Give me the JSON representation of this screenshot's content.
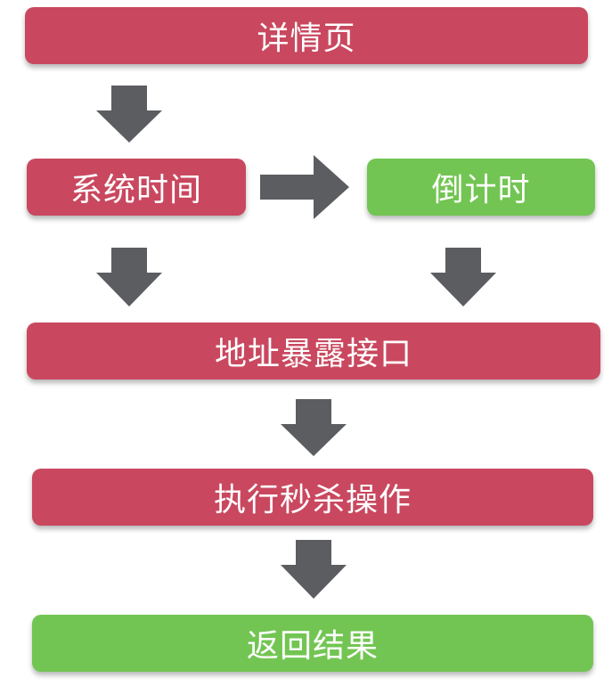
{
  "nodes": {
    "detail_page": "详情页",
    "system_time": "系统时间",
    "countdown": "倒计时",
    "expose_address": "地址暴露接口",
    "execute_seckill": "执行秒杀操作",
    "return_result": "返回结果"
  },
  "colors": {
    "node_red": "#c9485f",
    "node_green": "#72c552",
    "arrow": "#5b5d60"
  }
}
